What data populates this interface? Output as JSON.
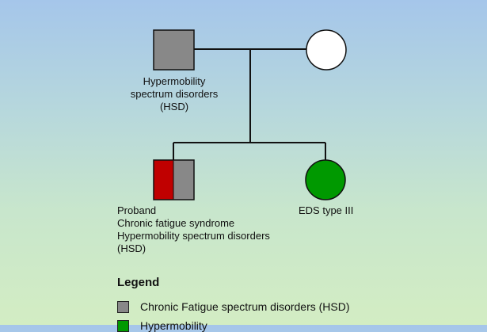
{
  "pedigree": {
    "father": {
      "sex": "male",
      "label_lines": [
        "Hypermobility",
        "spectrum disorders",
        "(HSD)"
      ],
      "fill": "#888888"
    },
    "mother": {
      "sex": "female",
      "fill": "#ffffff"
    },
    "proband": {
      "sex": "male",
      "label_lines": [
        "Proband",
        "Chronic fatigue syndrome",
        "Hypermobility spectrum disorders",
        "(HSD)"
      ],
      "fill_left": "#c00000",
      "fill_right": "#888888"
    },
    "daughter": {
      "sex": "female",
      "label_lines": [
        "EDS type III"
      ],
      "fill": "#009900"
    }
  },
  "legend": {
    "title": "Legend",
    "items": [
      {
        "label": "Chronic Fatigue spectrum disorders (HSD)",
        "color": "#888888"
      },
      {
        "label": "Hypermobility",
        "color": "#009900"
      }
    ]
  }
}
